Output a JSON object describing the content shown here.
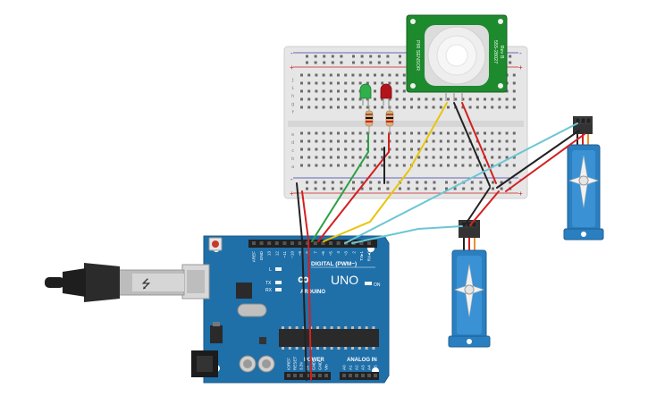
{
  "board": {
    "logo": "∞",
    "model": "UNO",
    "brand": "ARDUINO",
    "digital_label": "DIGITAL (PWM~)",
    "power_label": "POWER",
    "analog_label": "ANALOG IN",
    "on_label": "ON",
    "led_l": "L",
    "led_tx": "TX",
    "led_rx": "RX",
    "pins_top": [
      "AREF",
      "GND",
      "13",
      "12",
      "~11",
      "~10",
      "~9",
      "8",
      "7",
      "~6",
      "~5",
      "4",
      "~3",
      "2",
      "TX▸1",
      "RX◂0"
    ],
    "pins_power": [
      "IOREF",
      "RESET",
      "3.3V",
      "5V",
      "GND",
      "GND",
      "Vin"
    ],
    "pins_analog": [
      "A0",
      "A1",
      "A2",
      "A3",
      "A4",
      "A5"
    ]
  },
  "breadboard": {
    "row_letters_top": [
      "j",
      "i",
      "h",
      "g",
      "f"
    ],
    "row_letters_bottom": [
      "e",
      "d",
      "c",
      "b",
      "a"
    ],
    "plus": "+",
    "minus": "-"
  },
  "pir": {
    "label_left": "PIR SENSOR",
    "label_right_1": "555-28027",
    "label_right_2": "Rev B"
  },
  "colors": {
    "board": "#1f6fa8",
    "breadboard": "#e6e6e6",
    "pir_pcb": "#1e8a2e",
    "servo": "#2a7fc0",
    "wire_green": "#2ea043",
    "wire_red": "#d42020",
    "wire_black": "#222222",
    "wire_yellow": "#e8c50a",
    "wire_cyan": "#6cc6d4",
    "led_green": "#2fb04a",
    "led_red": "#b3141b"
  }
}
